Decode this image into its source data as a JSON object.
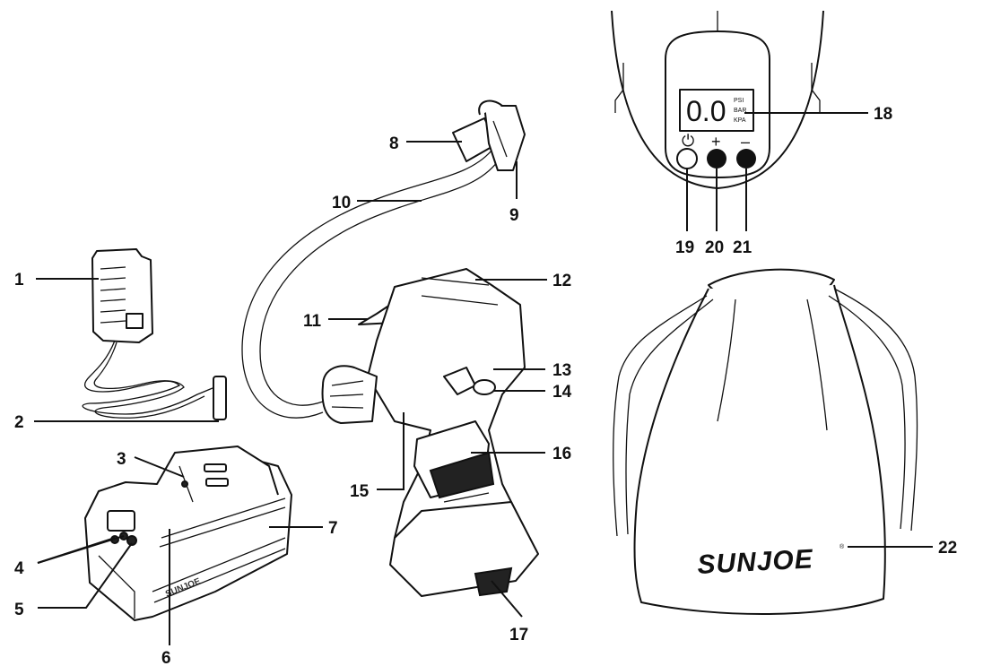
{
  "caption": "",
  "display": {
    "reading": "0.0",
    "units": [
      "PSI",
      "BAR",
      "KPA"
    ],
    "power_symbol": "⏻",
    "plus_symbol": "+",
    "minus_symbol": "–"
  },
  "bag": {
    "brand": "SUNJOE",
    "mark": "®"
  },
  "battery": {
    "brand": "SUNJOE"
  },
  "callouts": {
    "c1": "1",
    "c2": "2",
    "c3": "3",
    "c4": "4",
    "c5": "5",
    "c6": "6",
    "c7": "7",
    "c8": "8",
    "c9": "9",
    "c10": "10",
    "c11": "11",
    "c12": "12",
    "c13": "13",
    "c14": "14",
    "c15": "15",
    "c16": "16",
    "c17": "17",
    "c18": "18",
    "c19": "19",
    "c20": "20",
    "c21": "21",
    "c22": "22"
  }
}
